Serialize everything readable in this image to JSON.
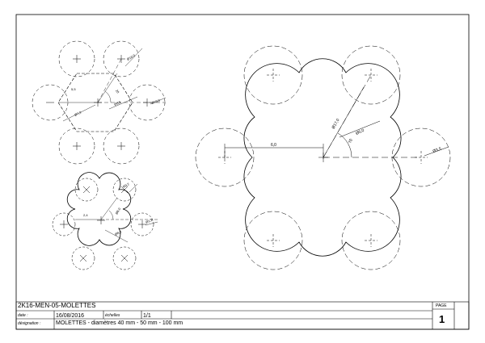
{
  "drawing": {
    "small_view": {
      "dims": [
        "Ø10,0",
        "Ø10,0",
        "5,5",
        "Ø7,3",
        "Ø8,5",
        "20"
      ]
    },
    "medium_view": {
      "dims": [
        "2,4",
        "R0,2",
        "Ø1,2",
        "Ø8,0",
        "Ø6,0"
      ]
    },
    "large_view": {
      "dims": [
        "Ø17,0",
        "Ø5,0",
        "6,0",
        "70",
        "Ø3,5"
      ]
    }
  },
  "title_block": {
    "title": "2K16-MEN-05-MOLETTES",
    "date_label": "date :",
    "date": "16/08/2016",
    "scale_label": "échelles",
    "scale": "1/1",
    "designation_label": "désignation :",
    "designation": "MOLETTES - diamètres 40 mm - 50 mm - 100 mm",
    "page_label": "PAGE",
    "page_number": "1"
  }
}
